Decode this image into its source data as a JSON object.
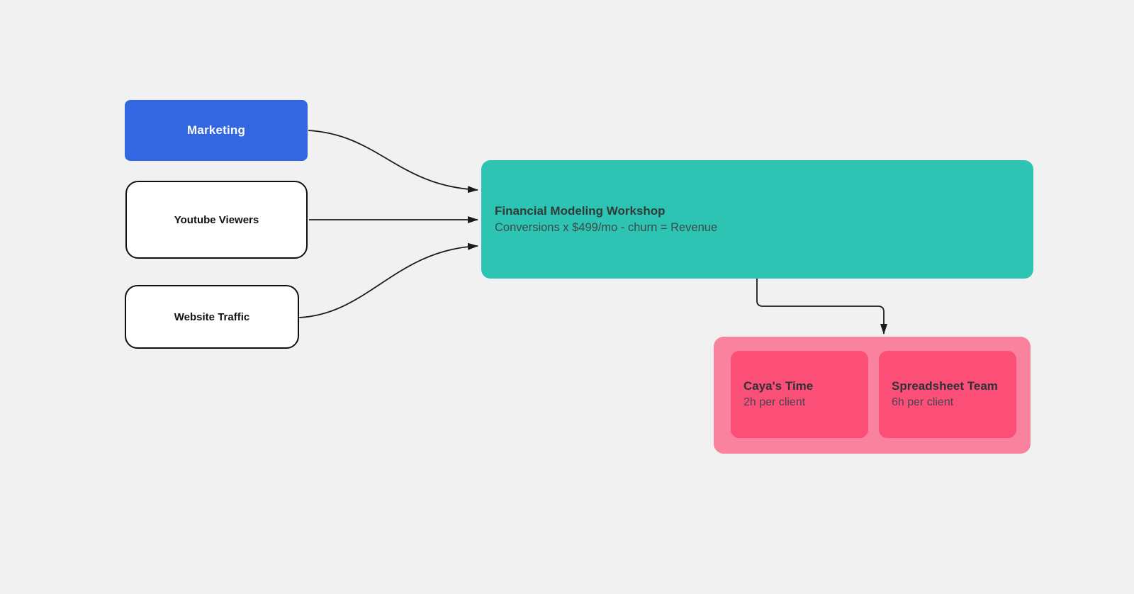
{
  "canvas": {
    "background_color": "#f1f1f2",
    "connector_color": "#1b1b1b"
  },
  "nodes": {
    "marketing": {
      "label": "Marketing",
      "fill": "#3367e2",
      "text_color": "#ffffff"
    },
    "youtube_viewers": {
      "label": "Youtube Viewers",
      "fill": "#ffffff",
      "border_color": "#101010",
      "text_color": "#111111"
    },
    "website_traffic": {
      "label": "Website Traffic",
      "fill": "#ffffff",
      "border_color": "#101010",
      "text_color": "#111111"
    },
    "financial_modeling_workshop": {
      "title": "Financial Modeling Workshop",
      "subtitle": "Conversions x $499/mo - churn = Revenue",
      "fill": "#2dc4b4",
      "title_color": "#333b39",
      "subtitle_color": "#3c4a47"
    },
    "delivery_group": {
      "fill": "#f9829e",
      "children": [
        {
          "title": "Caya's Time",
          "subtitle": "2h per client",
          "fill": "#fb4f78"
        },
        {
          "title": "Spreadsheet Team",
          "subtitle": "6h per client",
          "fill": "#fb4f78"
        }
      ]
    }
  },
  "connectors": [
    {
      "from": "marketing",
      "to": "financial_modeling_workshop"
    },
    {
      "from": "youtube_viewers",
      "to": "financial_modeling_workshop"
    },
    {
      "from": "website_traffic",
      "to": "financial_modeling_workshop"
    },
    {
      "from": "financial_modeling_workshop",
      "to": "delivery_group"
    }
  ]
}
